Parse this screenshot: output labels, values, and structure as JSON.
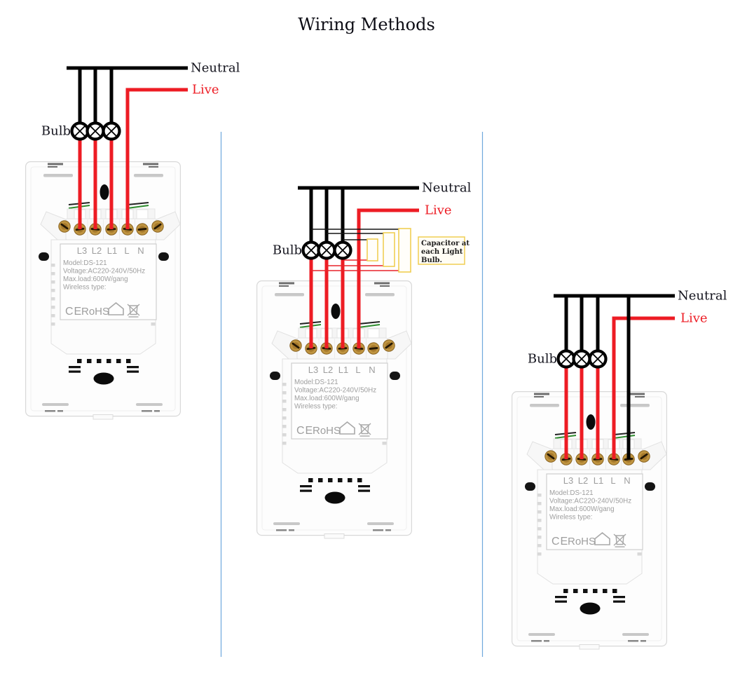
{
  "title": "Wiring Methods",
  "wire_labels": {
    "neutral": "Neutral",
    "live": "Live",
    "bulb": "Bulb"
  },
  "capacitor_note": {
    "lines": [
      "Capacitor at",
      "each Light",
      "Bulb."
    ]
  },
  "switch": {
    "terminals": [
      "L3",
      "L2",
      "L1",
      "L",
      "N"
    ],
    "specs": [
      "Model:DS-121",
      "Voltage:AC220-240V/50Hz",
      "Max.load:600W/gang",
      "Wireless type:"
    ],
    "ce_mark": "CE",
    "rohs_mark": "RoHS"
  },
  "colors": {
    "wire_black": "#000000",
    "wire_red": "#ed1c24",
    "divider_blue": "#6fa8dc",
    "capacitor_yellow": "#f0ce54",
    "switch_text_gray": "#9e9e9e"
  }
}
